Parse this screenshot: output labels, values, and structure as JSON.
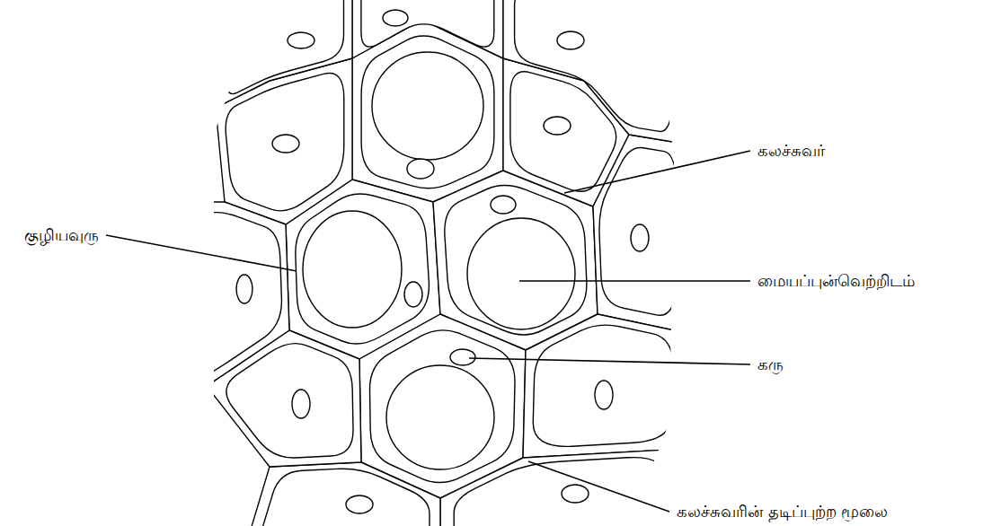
{
  "diagram": {
    "labels": [
      "கலச்சுவர்",
      "குழியவுரு",
      "மையப்புன்வெற்றிடம்",
      "கரு",
      "கலச்சுவரின் தடிப்புற்ற மூலை"
    ]
  }
}
